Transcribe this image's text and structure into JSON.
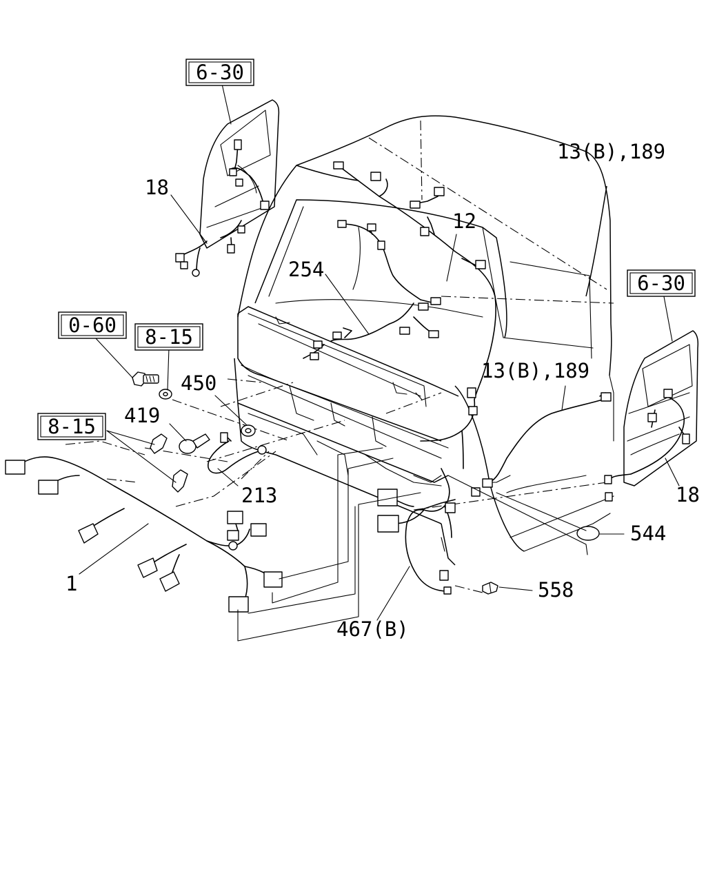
{
  "ref_boxes": [
    "6-30",
    "6-30",
    "0-60",
    "8-15",
    "8-15"
  ],
  "part_labels": {
    "top_right": "13(B),189",
    "mid_right": "13(B),189",
    "door_left": "18",
    "door_right": "18",
    "roof_harness": "12",
    "wind_harness": "254",
    "grommet": "450",
    "bolt": "419",
    "sub_harness": "213",
    "main_harness": "1",
    "plug": "544",
    "clip": "558",
    "body_harness": "467(B)"
  }
}
